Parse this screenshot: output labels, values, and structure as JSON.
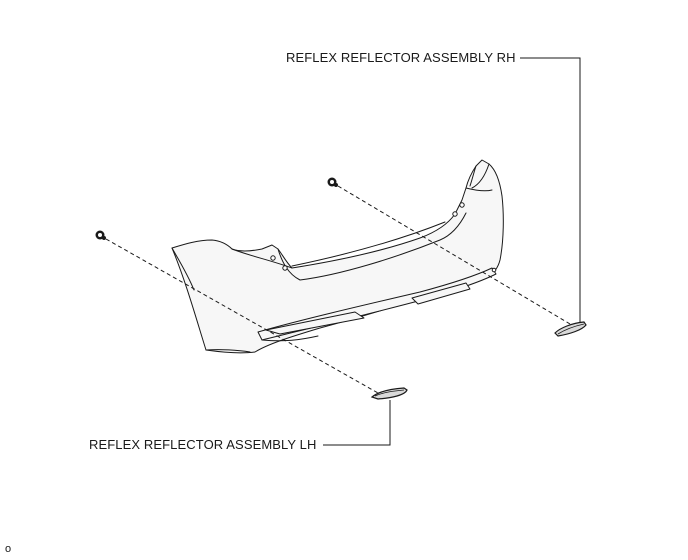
{
  "labels": {
    "reflector_rh": "REFLEX REFLECTOR ASSEMBLY RH",
    "reflector_lh": "REFLEX REFLECTOR ASSEMBLY LH"
  },
  "figure_code": "o",
  "colors": {
    "line": "#1a1a1a",
    "part_fill": "#f7f7f7",
    "reflector_fill": "#d9d9d9"
  }
}
